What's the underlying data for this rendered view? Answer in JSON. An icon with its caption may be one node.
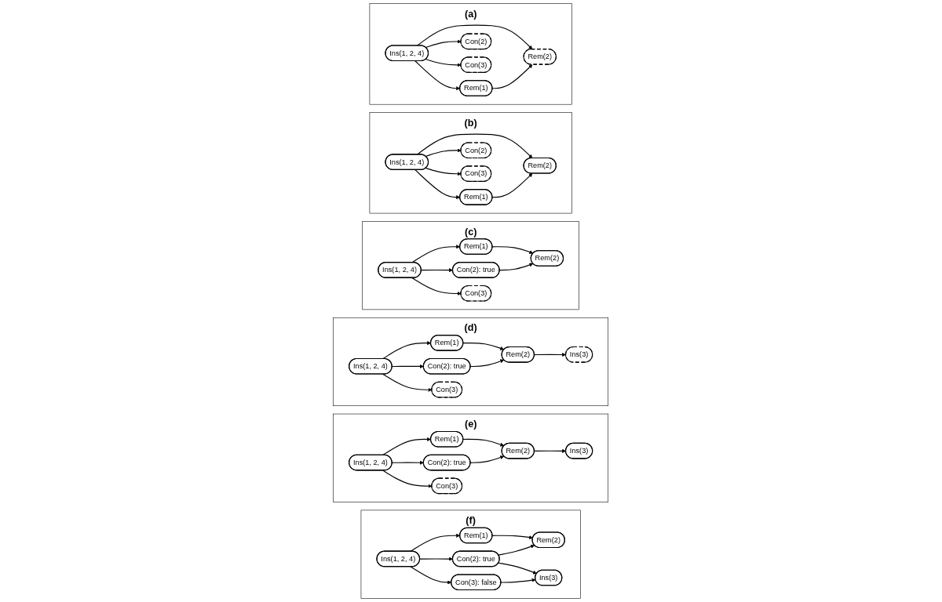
{
  "diagram": {
    "nodes": [
      {
        "text": [
          "(a)"
        ]
      },
      {
        "text": [
          "Ins(1, 2, 4)"
        ],
        "in": 0
      },
      {
        "text": [
          "Rem(1)"
        ],
        "in": 0
      },
      {
        "text": [
          "Con(2)"
        ],
        "in": 0
      },
      {
        "text": [
          "Rem(2)"
        ],
        "in": 0
      },
      {
        "text": [
          "Con(3)"
        ],
        "in": 0
      },
      {
        "text": [
          "(b)"
        ]
      },
      {
        "text": [
          "Ins(1, 2, 4)"
        ],
        "in": 6
      },
      {
        "text": [
          "Rem(1)"
        ],
        "in": 6
      },
      {
        "text": [
          "Con(2)"
        ],
        "in": 6
      },
      {
        "text": [
          "Rem(2)"
        ],
        "in": 6
      },
      {
        "text": [
          "Con(3)"
        ],
        "in": 6
      },
      {
        "text": [
          "(c)"
        ]
      },
      {
        "text": [
          "Ins(1, 2, 4)"
        ],
        "in": 12
      },
      {
        "text": [
          "Rem(1)"
        ],
        "in": 12
      },
      {
        "text": [
          "Con(2): true"
        ],
        "in": 12
      },
      {
        "text": [
          "Rem(2)"
        ],
        "in": 12
      },
      {
        "text": [
          "Con(3)"
        ],
        "in": 12
      },
      {
        "text": [
          "(d)"
        ]
      },
      {
        "text": [
          "Ins(1, 2, 4)"
        ],
        "in": 18
      },
      {
        "text": [
          "Rem(1)"
        ],
        "in": 18
      },
      {
        "text": [
          "Con(2): true"
        ],
        "in": 18
      },
      {
        "text": [
          "Rem(2)"
        ],
        "in": 18
      },
      {
        "text": [
          "Con(3)"
        ],
        "in": 18
      },
      {
        "text": [
          "Ins(3)"
        ],
        "in": 18
      },
      {
        "text": [
          "(e)"
        ]
      },
      {
        "text": [
          "Ins(1, 2, 4)"
        ],
        "in": 25
      },
      {
        "text": [
          "Rem(1)"
        ],
        "in": 25
      },
      {
        "text": [
          "Con(2): true"
        ],
        "in": 25
      },
      {
        "text": [
          "Rem(2)"
        ],
        "in": 25
      },
      {
        "text": [
          "Con(3)"
        ],
        "in": 25
      },
      {
        "text": [
          "Ins(3)"
        ],
        "in": 25
      },
      {
        "text": [
          "(f)"
        ]
      },
      {
        "text": [
          "Ins(1, 2, 4)"
        ],
        "in": 32
      },
      {
        "text": [
          "Rem(1)"
        ],
        "in": 32
      },
      {
        "text": [
          "Con(2): true"
        ],
        "in": 32
      },
      {
        "text": [
          "Rem(2)"
        ],
        "in": 32
      },
      {
        "text": [
          "Con(3): false"
        ],
        "in": 32
      },
      {
        "text": [
          "Ins(3)"
        ],
        "in": 32
      }
    ],
    "edges": [
      {
        "from": 1,
        "to": 2,
        "arrow": "to"
      },
      {
        "from": 1,
        "to": 4,
        "arrow": "to"
      },
      {
        "from": 1,
        "to": 3,
        "arrow": "to"
      },
      {
        "from": 1,
        "to": 5,
        "arrow": "to"
      },
      {
        "from": 2,
        "to": 4,
        "arrow": "to"
      },
      {
        "from": 7,
        "to": 8,
        "arrow": "to"
      },
      {
        "from": 7,
        "to": 10,
        "arrow": "to"
      },
      {
        "from": 7,
        "to": 9,
        "arrow": "to"
      },
      {
        "from": 7,
        "to": 11,
        "arrow": "to"
      },
      {
        "from": 8,
        "to": 10,
        "arrow": "to"
      },
      {
        "from": 13,
        "to": 14,
        "arrow": "to"
      },
      {
        "from": 13,
        "to": 15,
        "arrow": "to"
      },
      {
        "from": 13,
        "to": 17,
        "arrow": "to"
      },
      {
        "from": 14,
        "to": 16,
        "arrow": "to"
      },
      {
        "from": 15,
        "to": 16,
        "arrow": "to"
      },
      {
        "from": 19,
        "to": 20,
        "arrow": "to"
      },
      {
        "from": 19,
        "to": 21,
        "arrow": "to"
      },
      {
        "from": 19,
        "to": 23,
        "arrow": "to"
      },
      {
        "from": 20,
        "to": 22,
        "arrow": "to"
      },
      {
        "from": 21,
        "to": 22,
        "arrow": "to"
      },
      {
        "from": 22,
        "to": 24,
        "arrow": "to"
      },
      {
        "from": 26,
        "to": 27,
        "arrow": "to"
      },
      {
        "from": 26,
        "to": 28,
        "arrow": "to"
      },
      {
        "from": 26,
        "to": 30,
        "arrow": "to"
      },
      {
        "from": 27,
        "to": 29,
        "arrow": "to"
      },
      {
        "from": 28,
        "to": 29,
        "arrow": "to"
      },
      {
        "from": 29,
        "to": 31,
        "arrow": "to"
      },
      {
        "from": 33,
        "to": 34,
        "arrow": "to"
      },
      {
        "from": 33,
        "to": 35,
        "arrow": "to"
      },
      {
        "from": 33,
        "to": 37,
        "arrow": "to"
      },
      {
        "from": 34,
        "to": 36,
        "arrow": "to"
      },
      {
        "from": 35,
        "to": 36,
        "arrow": "to"
      },
      {
        "from": 35,
        "to": 38,
        "arrow": "to"
      },
      {
        "from": 37,
        "to": 38,
        "arrow": "to"
      }
    ]
  }
}
